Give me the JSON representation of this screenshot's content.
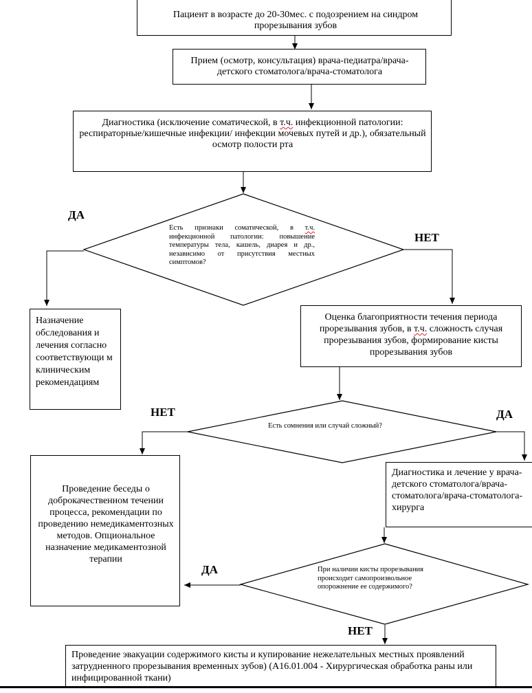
{
  "box_start": "Пациент в возрасте до 20-30мес. с подозрением на синдром прорезывания зубов",
  "box_reception": "Прием (осмотр, консультация) врача-педиатра/врача-детского стоматолога/врача-стоматолога",
  "box_diagnostics": {
    "part1": "Диагностика (исключение соматической, в ",
    "abbr": "т.ч.",
    "part2": " инфекционной патологии: респираторные/кишечные инфекции/ инфекции мочевых путей и др.), обязательный осмотр полости рта"
  },
  "diamond1": {
    "part1": "Есть признаки соматической, в ",
    "abbr": "т.ч.",
    "part2": " инфекционной патологии: повышение температуры тела, кашель, диарея и др., независимо от присутствия местных симптомов?"
  },
  "label_yes_1": "ДА",
  "label_no_1": "НЕТ",
  "box_referral": "Назначение обследования и лечения согласно соответствующи м клиническим рекомендациям",
  "box_assessment": {
    "part1": "Оценка благоприятности течения периода прорезывания зубов, в ",
    "abbr": "т.ч.",
    "part2": " сложность случая прорезывания зубов, формирование кисты прорезывания зубов"
  },
  "diamond2": "Есть сомнения или случай сложный?",
  "label_no_2": "НЕТ",
  "label_yes_2": "ДА",
  "box_conversation": "Проведение беседы о доброкачественном течении процесса, рекомендации по проведению немедикаментозных методов. Опциональное назначение медикаментозной терапии",
  "box_specialist": "Диагностика и лечение у врача-детского стоматолога/врача-стоматолога/врача-стоматолога-хирурга",
  "diamond3": "При наличии кисты прорезывания происходит самопроизвольное опорожнение ее содержимого?",
  "label_yes_3": "ДА",
  "label_no_3": "НЕТ",
  "box_evacuation": "Проведение эвакуации содержимого кисты и купирование нежелательных местных проявлений затрудненного прорезывания временных зубов) (А16.01.004 - Хирургическая обработка раны или инфицированной ткани)"
}
